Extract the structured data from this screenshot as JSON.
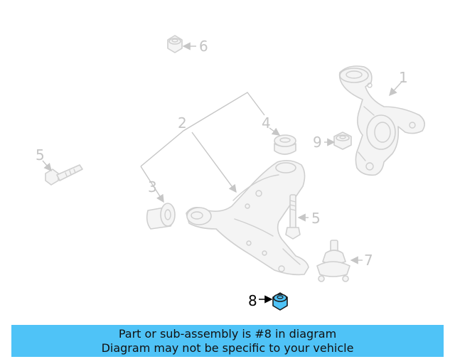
{
  "diagram": {
    "callouts": {
      "c1": "1",
      "c2": "2",
      "c3": "3",
      "c4": "4",
      "c5a": "5",
      "c5b": "5",
      "c6": "6",
      "c7": "7",
      "c8": "8",
      "c9": "9"
    },
    "highlighted_part": "8",
    "highlight_color": "#4fc3f7"
  },
  "banner": {
    "line1": "Part or sub-assembly is #8 in diagram",
    "line2": "Diagram may not be specific to your vehicle",
    "background": "#4fc3f7"
  }
}
